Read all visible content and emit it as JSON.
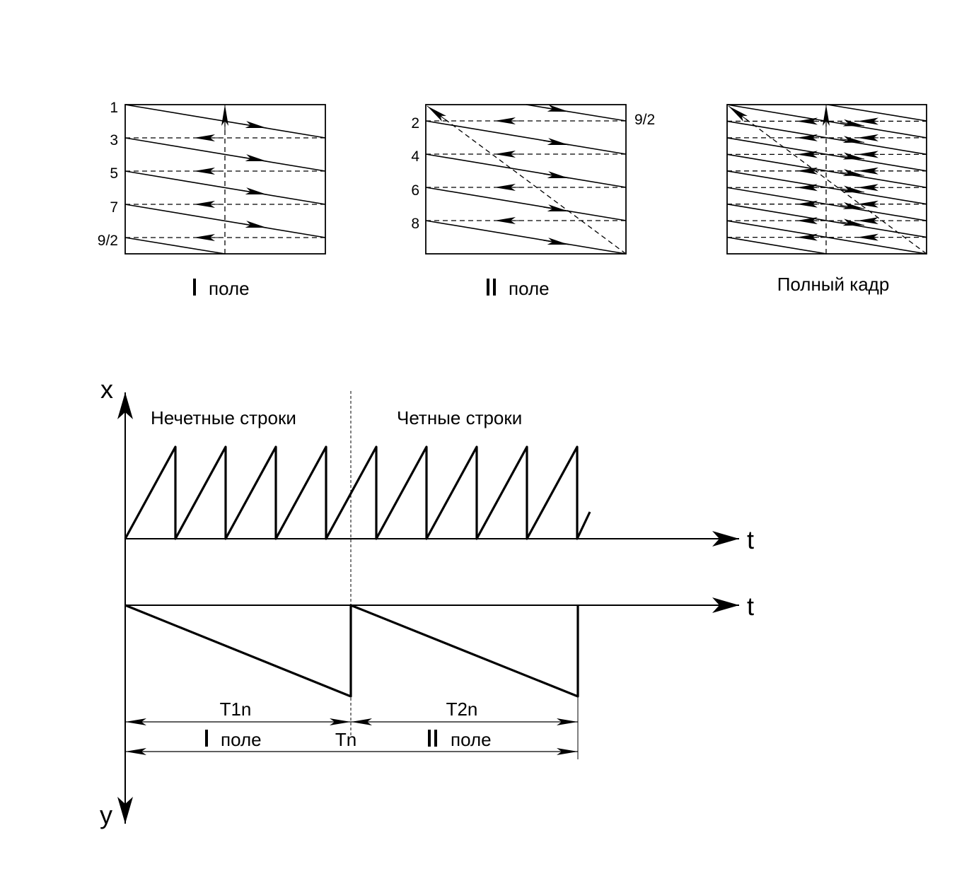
{
  "fields": [
    {
      "id": "field1",
      "caption_roman": "I",
      "caption_word": "поле",
      "line_labels": [
        "1",
        "3",
        "5",
        "7",
        "9/2"
      ]
    },
    {
      "id": "field2",
      "caption_roman": "II",
      "caption_word": "поле",
      "line_labels": [
        "2",
        "4",
        "6",
        "8"
      ],
      "right_label": "9/2"
    },
    {
      "id": "frame",
      "caption": "Полный кадр"
    }
  ],
  "timing": {
    "x_axis_label": "x",
    "y_axis_label": "y",
    "t_label_top": "t",
    "t_label_bottom": "t",
    "odd_lines_label": "Нечетные строки",
    "even_lines_label": "Четные строки",
    "t1_label": "T1n",
    "t2_label": "T2n",
    "tn_label": "Tn",
    "field1_roman": "I",
    "field1_word": "поле",
    "field2_roman": "II",
    "field2_word": "поле"
  }
}
